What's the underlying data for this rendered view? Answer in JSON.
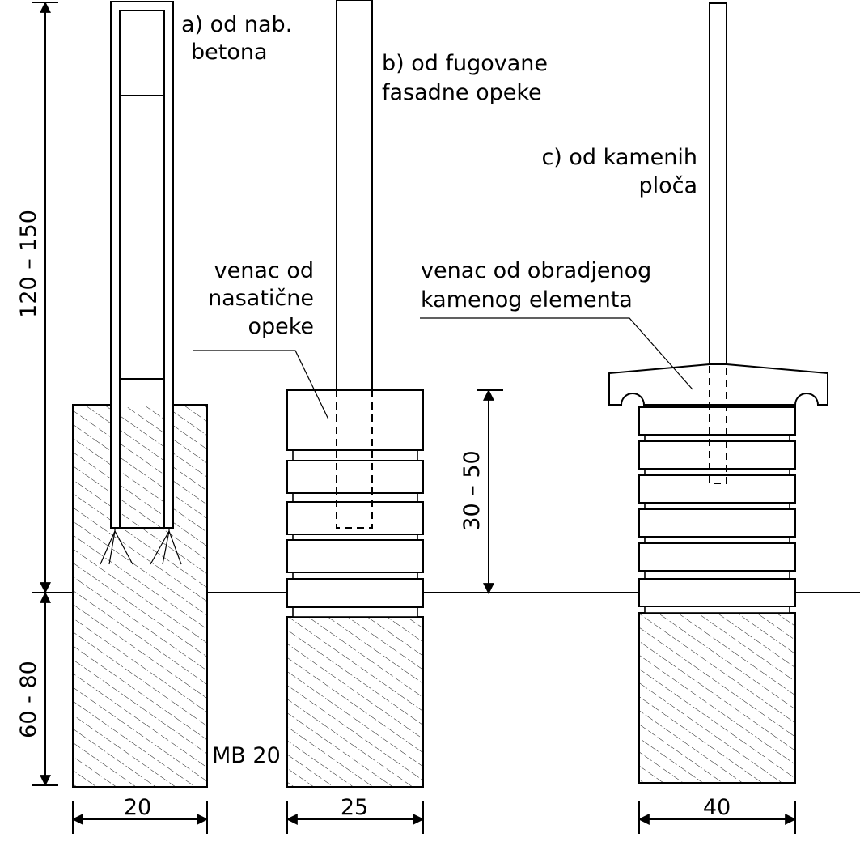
{
  "labels": {
    "a_line1": "a) od nab.",
    "a_line2": "betona",
    "b_line1": "b) od fugovane",
    "b_line2": "fasadne opeke",
    "c_line1": "c) od kamenih",
    "c_line2": "ploča",
    "venac_b_line1": "venac od",
    "venac_b_line2": "nasatične",
    "venac_b_line3": "opeke",
    "venac_c_line1": "venac od obradjenog",
    "venac_c_line2": "kamenog elementa",
    "material": "MB 20"
  },
  "dimensions": {
    "height_above": "120 – 150",
    "depth": "60 - 80",
    "cap_height": "30 – 50",
    "width_a": "20",
    "width_b": "25",
    "width_c": "40"
  },
  "colors": {
    "line": "#000000",
    "background": "#ffffff"
  }
}
